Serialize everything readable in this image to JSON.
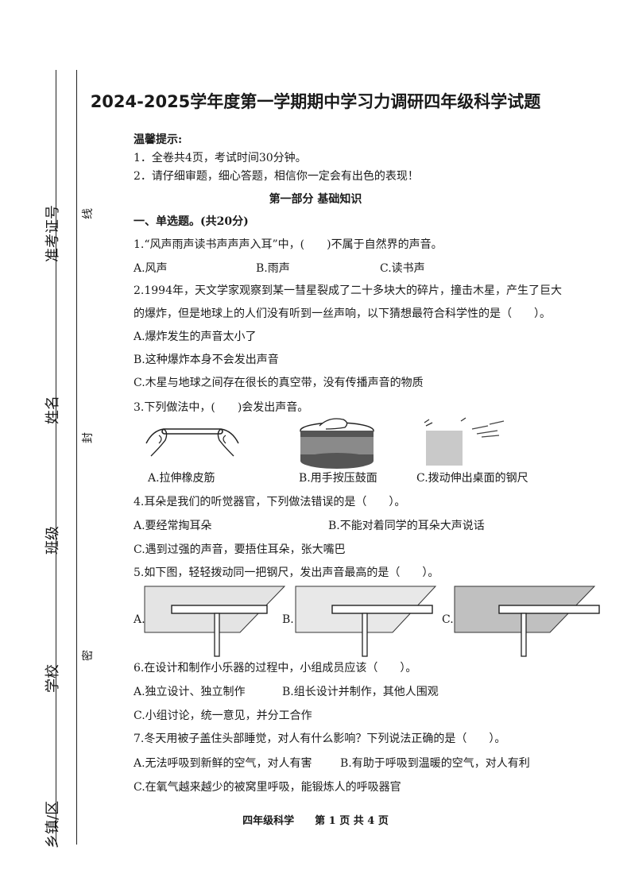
{
  "margin": {
    "exam_no_label": "准考证号",
    "name_label": "姓名",
    "class_label": "班级",
    "school_label": "学校",
    "town_label": "乡镇/区",
    "seal_line": "线",
    "seal_seal": "封",
    "seal_secret": "密"
  },
  "title": "2024-2025学年度第一学期期中学习力调研四年级科学试题",
  "hints": {
    "heading": "温馨提示:",
    "items": [
      "1．全卷共4页，考试时间30分钟。",
      "2．请仔细审题，细心答题，相信你一定会有出色的表现！"
    ]
  },
  "part1_title": "第一部分 基础知识",
  "section1_title": "一、单选题。(共20分)",
  "q1": {
    "text": "1.“风声雨声读书声声声入耳”中，(　　)不属于自然界的声音。",
    "options": [
      "A.风声",
      "B.雨声",
      "C.读书声"
    ]
  },
  "q2": {
    "text_line1": "2.1994年，天文学家观察到某一彗星裂成了二十多块大的碎片，撞击木星，产生了巨大",
    "text_line2": "的爆炸，但是地球上的人们没有听到一丝声响，以下猜想最符合科学性的是（　　）。",
    "options": [
      "A.爆炸发生的声音太小了",
      "B.这种爆炸本身不会发出声音",
      "C.木星与地球之间存在很长的真空带，没有传播声音的物质"
    ]
  },
  "q3": {
    "text": "3.下列做法中，(　　)会发出声音。",
    "captions": [
      "A.拉伸橡皮筋",
      "B.用手按压鼓面",
      "C.拨动伸出桌面的钢尺"
    ]
  },
  "q4": {
    "text": "4.耳朵是我们的听觉器官，下列做法错误的是（　　）。",
    "options": [
      "A.要经常掏耳朵",
      "B.不能对着同学的耳朵大声说话",
      "C.遇到过强的声音，要捂住耳朵，张大嘴巴"
    ]
  },
  "q5": {
    "text": "5.如下图，轻轻拨动同一把钢尺，发出声音最高的是（　　）。",
    "labels": [
      "A.",
      "B.",
      "C."
    ]
  },
  "q6": {
    "text": "6.在设计和制作小乐器的过程中，小组成员应该（　　）。",
    "options": [
      "A.独立设计、独立制作",
      "B.组长设计并制作，其他人围观",
      "C.小组讨论，统一意见，并分工合作"
    ]
  },
  "q7": {
    "text": "7.冬天用被子盖住头部睡觉，对人有什么影响？下列说法正确的是（　　）。",
    "options": [
      "A.无法呼吸到新鲜的空气，对人有害",
      "B.有助于呼吸到温暖的空气，对人有利",
      "C.在氧气越来越少的被窝里呼吸，能锻炼人的呼吸器官"
    ]
  },
  "footer": "四年级科学　　第 1 页 共 4 页"
}
